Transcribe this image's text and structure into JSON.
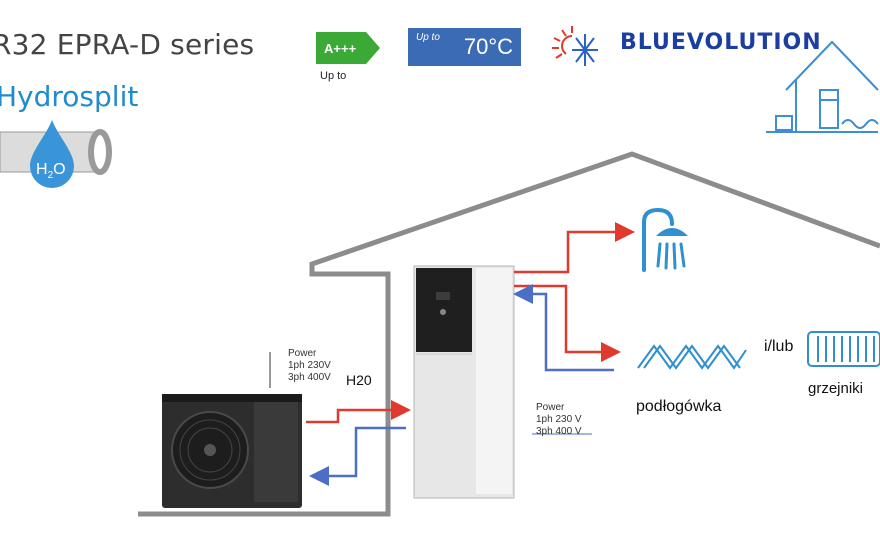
{
  "header": {
    "title": "R32 EPRA-D series",
    "subtitle": "Hydrosplit",
    "energy_class": "A+++",
    "energy_uplabel": "Up to",
    "temp_uplabel": "Up to",
    "temp_value": "70°C",
    "brand": "BLUEVOLUTION",
    "water_formula": {
      "base": "H",
      "sub": "2",
      "tail": "O"
    }
  },
  "outdoor_unit": {
    "power_title": "Power",
    "power_1ph": "1ph 230V",
    "power_3ph": "3ph 400V"
  },
  "indoor_unit": {
    "power_title": "Power",
    "power_1ph": "1ph 230 V",
    "power_3ph": "3ph 400 V"
  },
  "labels": {
    "h2o": "H20",
    "floor_heating": "podłogówka",
    "and_or": "i/lub",
    "radiators": "grzejniki"
  },
  "colors": {
    "supply_pipe": "#e03a2f",
    "return_pipe": "#4a6fc4",
    "accent_blue": "#1f8ccd",
    "house_outline": "#8c8c8c"
  },
  "icons": [
    "water-drop-icon",
    "energy-label-icon",
    "sun-snowflake-icon",
    "house-system-icon",
    "shower-icon",
    "underfloor-heating-icon",
    "radiator-icon",
    "heat-pump-fan-icon"
  ]
}
